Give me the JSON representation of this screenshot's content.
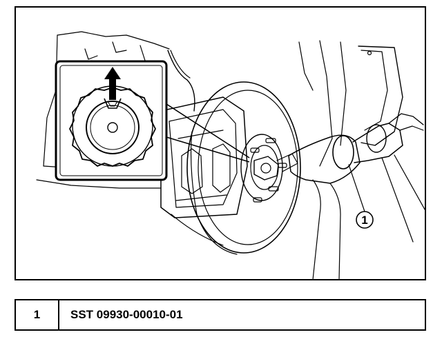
{
  "illustration": {
    "callout_number": "1"
  },
  "legend": {
    "rows": [
      {
        "number": "1",
        "description": "SST 09930-00010-01"
      }
    ]
  }
}
